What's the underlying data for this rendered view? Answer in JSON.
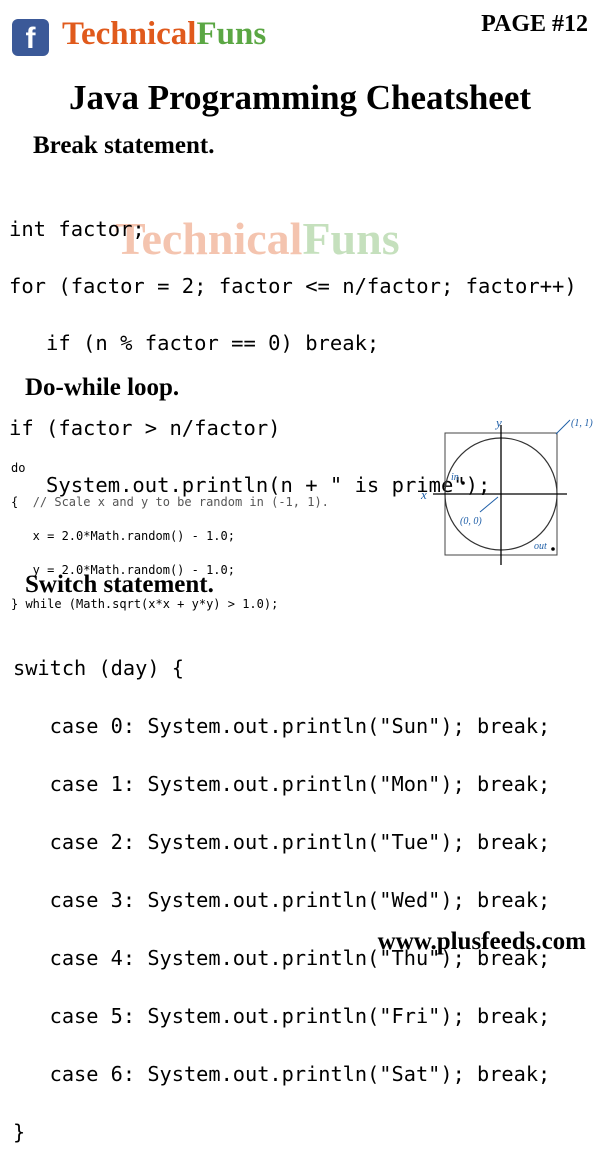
{
  "header": {
    "icon_letter": "f",
    "brand_part1": "Technical",
    "brand_part2": "Funs",
    "page_label": "PAGE #12"
  },
  "title": "Java Programming Cheatsheet",
  "sections": {
    "break": {
      "heading": "Break statement.",
      "lines": [
        "int factor;",
        "for (factor = 2; factor <= n/factor; factor++)",
        "   if (n % factor == 0) break;",
        "",
        "if (factor > n/factor)",
        "   System.out.println(n + \" is prime\");"
      ]
    },
    "dowhile": {
      "heading": "Do-while loop.",
      "line0": "do",
      "line1_brace": "{  ",
      "line1_comment": "// Scale x and y to be random in (-1, 1).",
      "line2": "   x = 2.0*Math.random() - 1.0;",
      "line3": "   y = 2.0*Math.random() - 1.0;",
      "line4": "} while (Math.sqrt(x*x + y*y) > 1.0);"
    },
    "diagram": {
      "label_y": "y",
      "label_x": "x",
      "label_corner": "(1, 1)",
      "label_origin": "(0, 0)",
      "label_in": "in",
      "label_out": "out",
      "accent_color": "#1f5fa8"
    },
    "switch": {
      "heading": "Switch statement.",
      "lines": [
        "switch (day) {",
        "   case 0: System.out.println(\"Sun\"); break;",
        "   case 1: System.out.println(\"Mon\"); break;",
        "   case 2: System.out.println(\"Tue\"); break;",
        "   case 3: System.out.println(\"Wed\"); break;",
        "   case 4: System.out.println(\"Thu\"); break;",
        "   case 5: System.out.println(\"Fri\"); break;",
        "   case 6: System.out.println(\"Sat\"); break;",
        "}"
      ]
    }
  },
  "footer": {
    "url": "www.plusfeeds.com"
  },
  "colors": {
    "brand_orange": "#e05a1c",
    "brand_green": "#5ba744",
    "facebook_blue": "#3b5998"
  }
}
